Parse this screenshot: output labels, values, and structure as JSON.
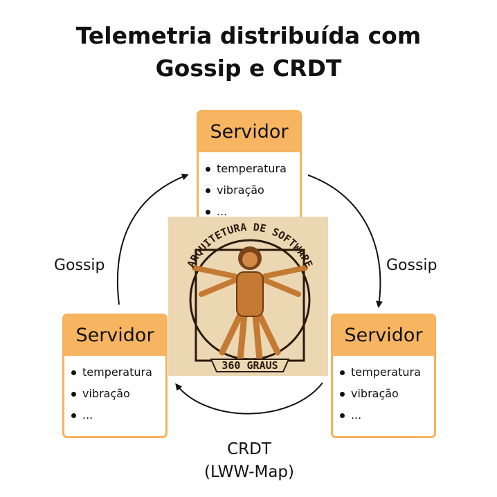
{
  "title_line1": "Telemetria distribuída com",
  "title_line2": "Gossip e CRDT",
  "servers": [
    {
      "label": "Servidor",
      "items": [
        "temperatura",
        "vibração",
        "..."
      ]
    },
    {
      "label": "Servidor",
      "items": [
        "temperatura",
        "vibração",
        "..."
      ]
    },
    {
      "label": "Servidor",
      "items": [
        "temperatura",
        "vibração",
        "..."
      ]
    }
  ],
  "edges": {
    "gossip_left": "Gossip",
    "gossip_right": "Gossip",
    "crdt_line1": "CRDT",
    "crdt_line2": "(LWW-Map)"
  },
  "logo": {
    "text_top": "ARQUITETURA DE SOFTWARE",
    "text_bottom": "360 GRAUS"
  },
  "colors": {
    "header_orange": "#f7b562",
    "border_orange": "#f6b25b",
    "logo_background": "#ecd7b3",
    "figure_brown": "#c47a33"
  }
}
